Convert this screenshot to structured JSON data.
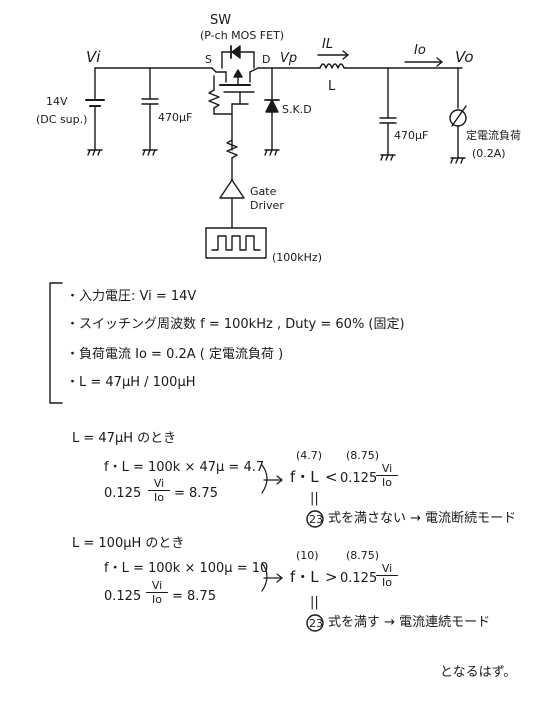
{
  "circuit": {
    "sw_label": "SW",
    "sw_type": "(P-ch MOS FET)",
    "source_label": "S",
    "drain_label": "D",
    "vi_label": "Vi",
    "vp_label": "Vp",
    "vo_label": "Vo",
    "il_label": "IL",
    "io_label": "Io",
    "inductor_label": "L",
    "battery_voltage": "14V",
    "battery_note": "(DC sup.)",
    "cap_in": "470μF",
    "cap_out": "470μF",
    "diode_label": "S.K.D",
    "load_label": "定電流負荷",
    "load_current": "(0.2A)",
    "gate_line1": "Gate",
    "gate_line2": "Driver",
    "pulse_freq": "(100kHz)"
  },
  "conditions": [
    "・入力電圧: Vi = 14V",
    "・スイッチング周波数 f = 100kHz , Duty = 60% (固定)",
    "・負荷電流 Io = 0.2A ( 定電流負荷 )",
    "・L = 47μH / 100μH"
  ],
  "case1": {
    "heading": "L = 47μH のとき",
    "fl_eq": "f・L = 100k × 47μ = 4.7",
    "coef": "0.125",
    "frac_num": "Vi",
    "frac_den": "Io",
    "coef_result": "= 8.75",
    "val_left": "(4.7)",
    "val_right": "(8.75)",
    "compare_left": "f・L",
    "compare_op": "<",
    "compare_coef": "0.125",
    "equiv": "||",
    "eq_ref": "23",
    "result": "式を満さない → 電流断続モード"
  },
  "case2": {
    "heading": "L = 100μH のとき",
    "fl_eq": "f・L = 100k × 100μ = 10",
    "coef": "0.125",
    "frac_num": "Vi",
    "frac_den": "Io",
    "coef_result": "= 8.75",
    "val_left": "(10)",
    "val_right": "(8.75)",
    "compare_left": "f・L",
    "compare_op": ">",
    "compare_coef": "0.125",
    "equiv": "||",
    "eq_ref": "23",
    "result": "式を満す → 電流連続モード"
  },
  "closing": "となるはず。"
}
